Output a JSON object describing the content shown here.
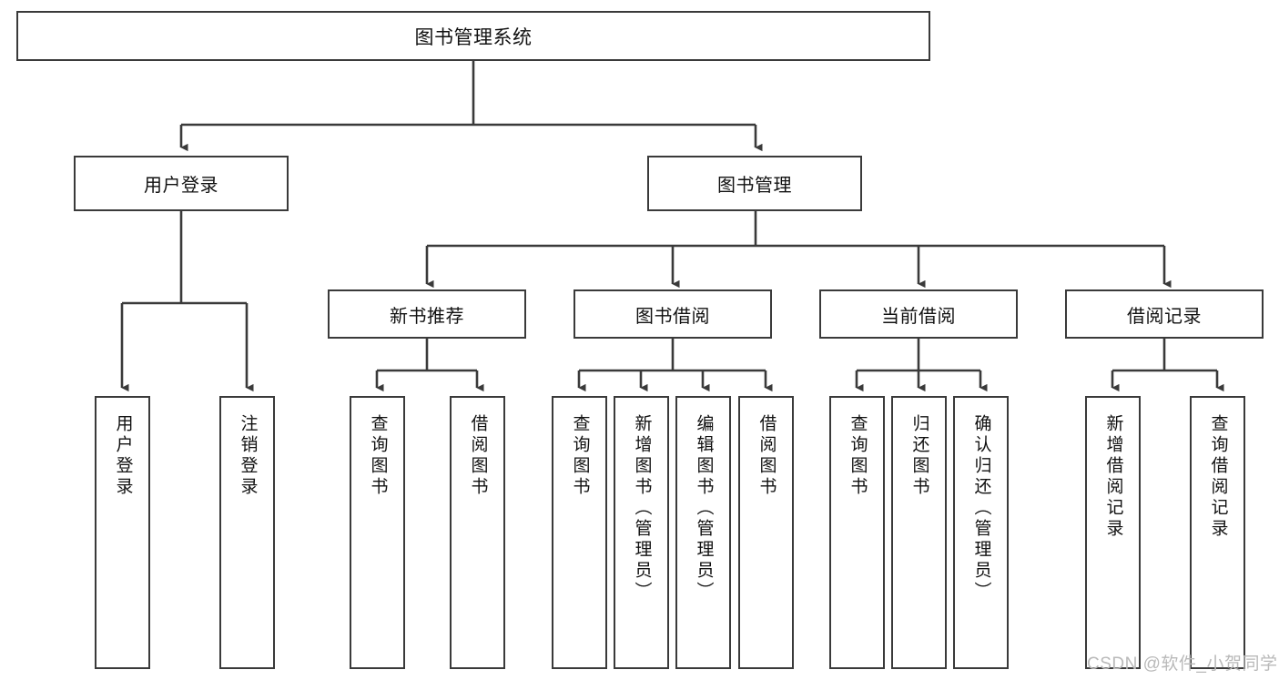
{
  "diagram": {
    "type": "tree-hierarchy",
    "title": "图书管理系统",
    "line_color": "#3a3a3a",
    "box_fill": "#ffffff",
    "text_color": "#111111",
    "root": {
      "label": "图书管理系统"
    },
    "level2": [
      {
        "label": "用户登录"
      },
      {
        "label": "图书管理"
      }
    ],
    "level3": [
      {
        "label": "新书推荐"
      },
      {
        "label": "图书借阅"
      },
      {
        "label": "当前借阅"
      },
      {
        "label": "借阅记录"
      }
    ],
    "leaves": {
      "user_login": [
        {
          "label": "用户登录"
        },
        {
          "label": "注销登录"
        }
      ],
      "new_book_recommend": [
        {
          "label": "查询图书"
        },
        {
          "label": "借阅图书"
        }
      ],
      "book_borrow": [
        {
          "label": "查询图书"
        },
        {
          "label": "新增图书（管理员）"
        },
        {
          "label": "编辑图书（管理员）"
        },
        {
          "label": "借阅图书"
        }
      ],
      "current_borrow": [
        {
          "label": "查询图书"
        },
        {
          "label": "归还图书"
        },
        {
          "label": "确认归还（管理员）"
        }
      ],
      "borrow_record": [
        {
          "label": "新增借阅记录"
        },
        {
          "label": "查询借阅记录"
        }
      ]
    }
  },
  "watermark": {
    "text": "CSDN @软件_小贺同学",
    "color": "#b9b9b9"
  }
}
